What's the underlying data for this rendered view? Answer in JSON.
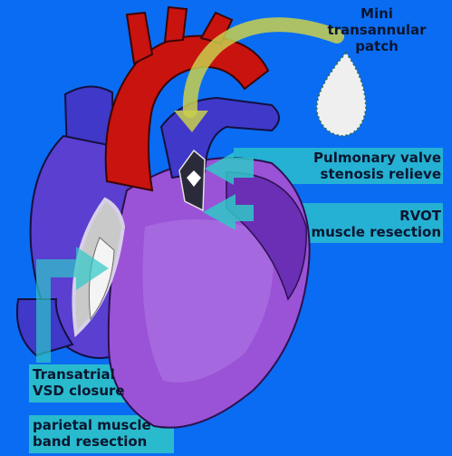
{
  "labels": {
    "patch_line1": "Mini",
    "patch_line2": "transannular",
    "patch_line3": "patch",
    "pulmonary_line1": "Pulmonary valve",
    "pulmonary_line2": "stenosis relieve",
    "rvot_line1": "RVOT",
    "rvot_line2": "muscle resection",
    "vsd_line1": "Transatrial",
    "vsd_line2": "VSD closure",
    "parietal_line1": "parietal muscle",
    "parietal_line2": "band resection"
  },
  "colors": {
    "background": "#0a6cf2",
    "aorta": "#c8130f",
    "venous": "#3f38c8",
    "ventricle": "#9a52d6",
    "highlight": "#2fc8c8",
    "patch_arrow": "#c9cf4c"
  }
}
